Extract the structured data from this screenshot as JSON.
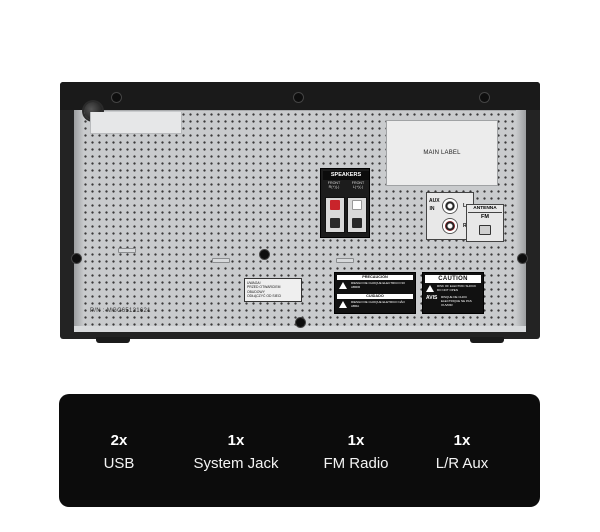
{
  "device": {
    "main_label": "MAIN LABEL",
    "speakers": {
      "title": "SPEAKERS",
      "front_r": "FRONT\nR(+)(-)",
      "front_l": "FRONT\nL(+)(-)"
    },
    "aux": {
      "label": "AUX\nIN",
      "l": "L",
      "r": "R"
    },
    "antenna": {
      "title": "ANTENNA",
      "band": "FM"
    },
    "warning_card": [
      "UWAGA!",
      "PRZED OTWARCIEM OBUDOWY",
      "ODŁĄCZYĆ OD SIECI"
    ],
    "precaution": {
      "head": "PRECAUCIÓN",
      "text": "RIESGO DE CHOQUE ELECTRICO NO ABRIR",
      "head2": "CUIDADO",
      "text2": "RIESGO DE CHOQUE ELETRICO NÃO ABRA"
    },
    "caution": {
      "head": "CAUTION",
      "text": "RISK OF ELECTRIC SHOCK DO NOT OPEN",
      "avis": "AVIS",
      "avis_text": "RISQUE DE CHOC ELECTRIQUE NE PAS OUVRIR"
    },
    "part_number": "P/N : MGC65121621"
  },
  "features": [
    {
      "qty": "2x",
      "label": "USB"
    },
    {
      "qty": "1x",
      "label": "System Jack"
    },
    {
      "qty": "1x",
      "label": "FM Radio"
    },
    {
      "qty": "1x",
      "label": "L/R Aux"
    }
  ],
  "colors": {
    "plate": "#c9cbcd",
    "shell": "#232323",
    "feature_bar": "#0c0c0c",
    "rca_red": "#c9242b"
  }
}
